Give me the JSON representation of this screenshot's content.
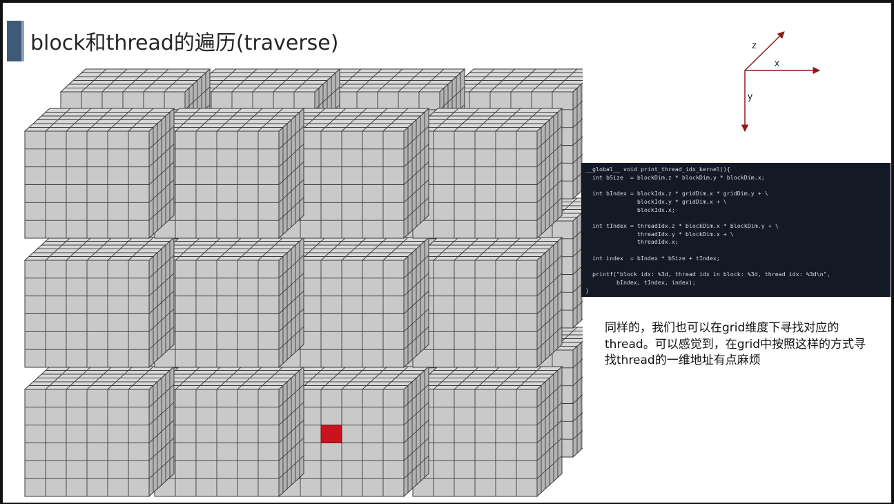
{
  "slide": {
    "title": "block和thread的遍历(traverse)"
  },
  "axes": {
    "z_label": "z",
    "x_label": "x",
    "y_label": "y",
    "arrow_color": "#8b1a1a"
  },
  "diagram": {
    "grid_columns": 4,
    "grid_rows": 3,
    "grid_depth": 2,
    "cells_per_block_face": 6,
    "highlighted_block": {
      "column": 3,
      "row": 3
    },
    "highlight_color": "#c8141e",
    "cell_color": "#c9c9c9"
  },
  "code": {
    "lines": [
      "__global__ void print_thread_idx_kernel(){",
      "  int bSize  = blockDim.z * blockDim.y * blockDim.x;",
      "",
      "  int bIndex = blockIdx.z * gridDim.x * gridDim.y + \\",
      "               blockIdx.y * gridDim.x + \\",
      "               blockIdx.x;",
      "",
      "  int tIndex = threadIdx.z * blockDim.x * blockDim.y + \\",
      "               threadIdx.y * blockDim.x + \\",
      "               threadIdx.x;",
      "",
      "  int index  = bIndex * bSize + tIndex;",
      "",
      "  printf(\"block idx: %3d, thread idx in block: %3d, thread idx: %3d\\n\",",
      "         bIndex, tIndex, index);",
      "}"
    ]
  },
  "note": {
    "text": "同样的，我们也可以在grid维度下寻找对应的thread。可以感觉到，在grid中按照这样的方式寻找thread的一维地址有点麻烦"
  }
}
